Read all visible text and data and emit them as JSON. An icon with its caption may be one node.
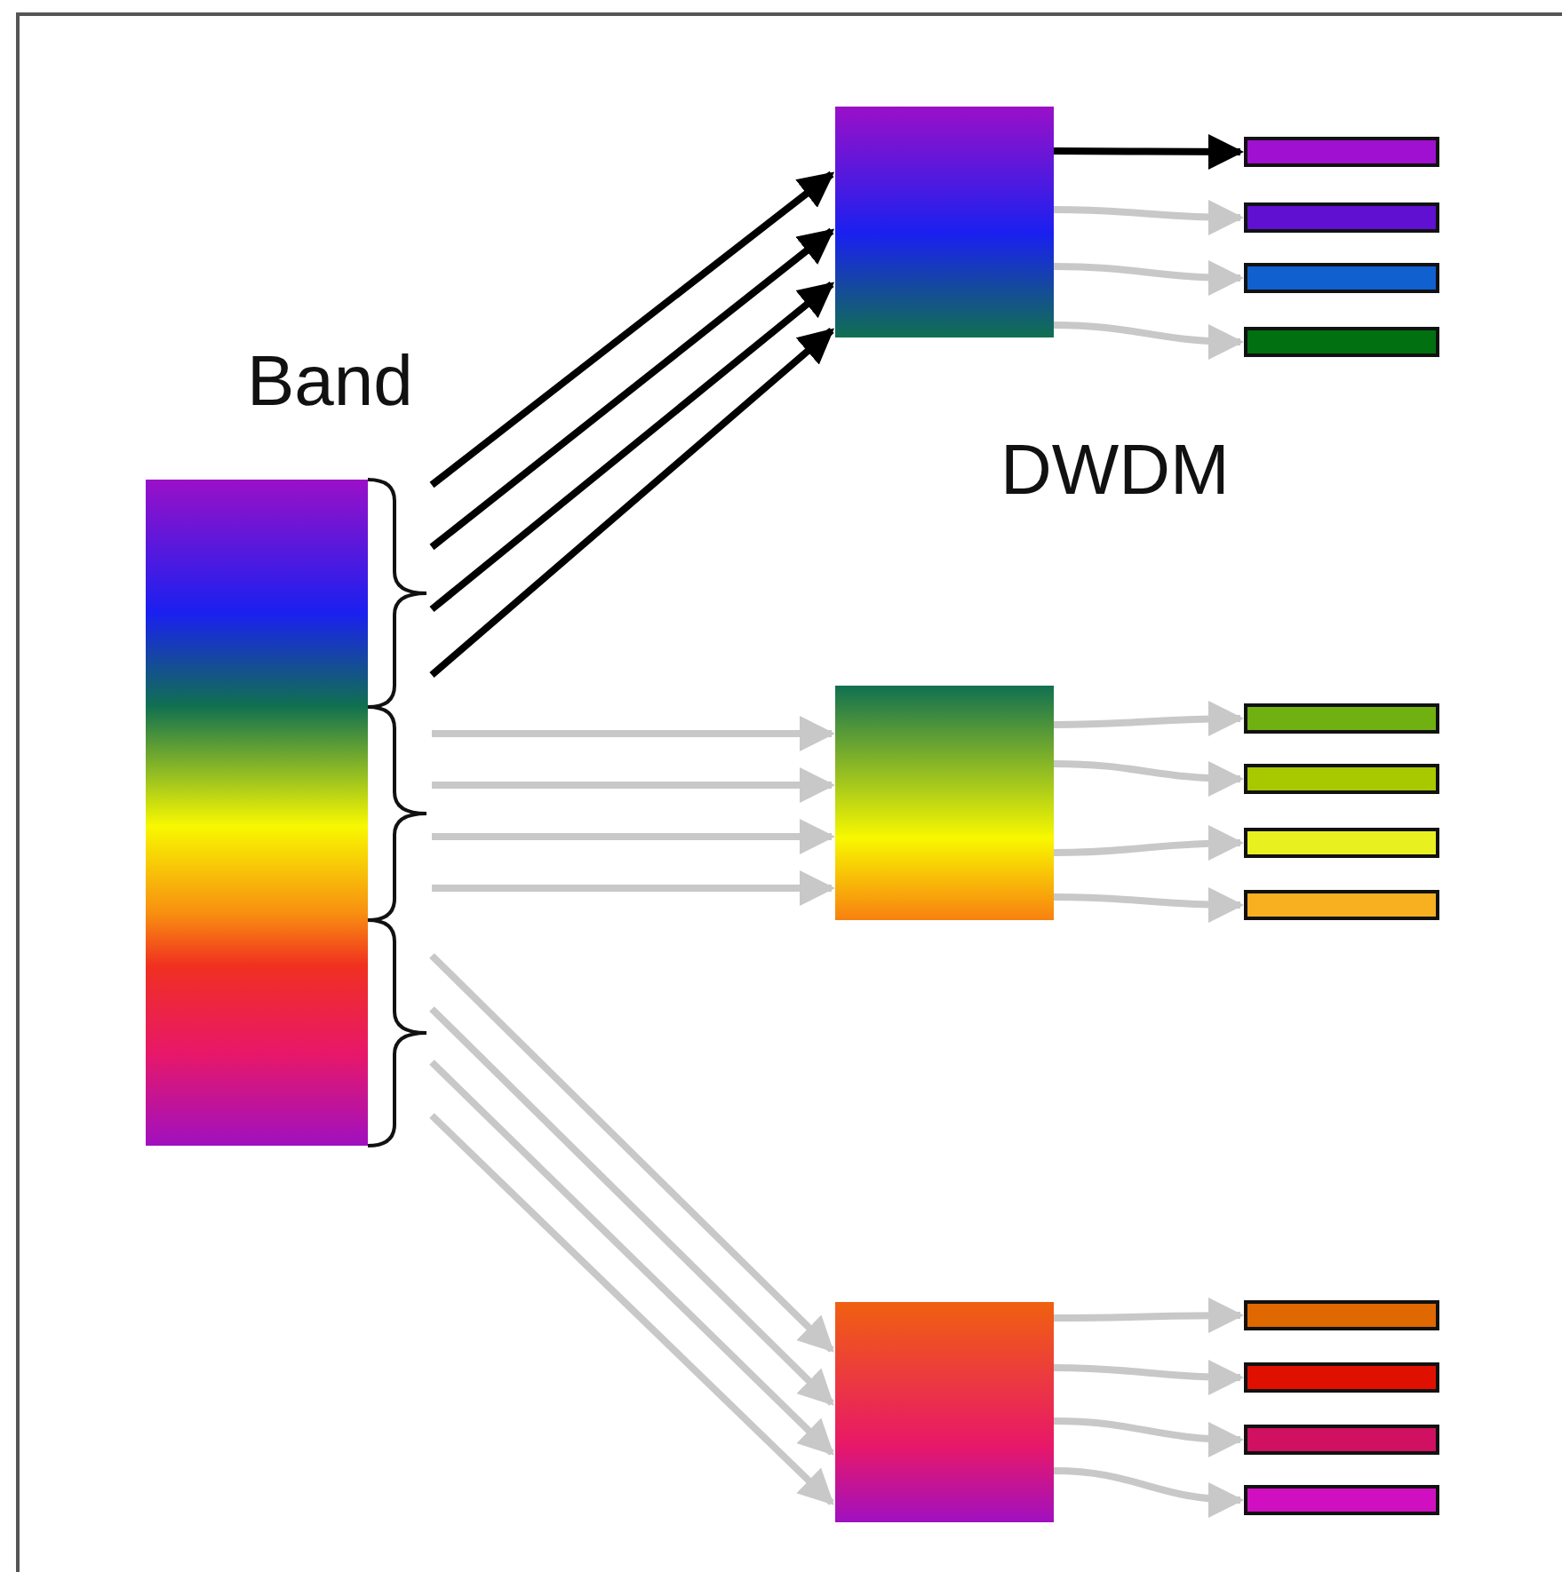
{
  "diagram": {
    "nodes": [
      {
        "text": [
          "Band"
        ]
      },
      {
        "text": [],
        "shape": "box"
      },
      {
        "text": [],
        "shape": "box"
      },
      {
        "text": [],
        "shape": "box"
      },
      {
        "text": [],
        "shape": "bar"
      },
      {
        "text": [],
        "shape": "bar"
      },
      {
        "text": [],
        "shape": "bar"
      },
      {
        "text": [],
        "shape": "bar"
      },
      {
        "text": [],
        "shape": "bar"
      },
      {
        "text": [],
        "shape": "bar"
      },
      {
        "text": [],
        "shape": "bar"
      },
      {
        "text": [],
        "shape": "bar"
      },
      {
        "text": [],
        "shape": "bar"
      },
      {
        "text": [],
        "shape": "bar"
      },
      {
        "text": [],
        "shape": "bar"
      },
      {
        "text": [],
        "shape": "bar"
      }
    ],
    "edges": [
      {
        "from": 0,
        "to": 1,
        "arrow": "to",
        "color": "#000000"
      },
      {
        "from": 0,
        "to": 1,
        "arrow": "to",
        "color": "#000000"
      },
      {
        "from": 0,
        "to": 1,
        "arrow": "to",
        "color": "#000000"
      },
      {
        "from": 0,
        "to": 1,
        "arrow": "to",
        "color": "#000000"
      },
      {
        "from": 0,
        "to": 2,
        "arrow": "to"
      },
      {
        "from": 0,
        "to": 2,
        "arrow": "to"
      },
      {
        "from": 0,
        "to": 2,
        "arrow": "to"
      },
      {
        "from": 0,
        "to": 2,
        "arrow": "to"
      },
      {
        "from": 0,
        "to": 3,
        "arrow": "to"
      },
      {
        "from": 0,
        "to": 3,
        "arrow": "to"
      },
      {
        "from": 0,
        "to": 3,
        "arrow": "to"
      },
      {
        "from": 0,
        "to": 3,
        "arrow": "to"
      },
      {
        "from": 1,
        "to": 4,
        "arrow": "to",
        "color": "#000000"
      },
      {
        "from": 1,
        "to": 5,
        "arrow": "to"
      },
      {
        "from": 1,
        "to": 6,
        "arrow": "to"
      },
      {
        "from": 1,
        "to": 7,
        "arrow": "to"
      },
      {
        "from": 2,
        "to": 8,
        "arrow": "to"
      },
      {
        "from": 2,
        "to": 9,
        "arrow": "to"
      },
      {
        "from": 2,
        "to": 10,
        "arrow": "to"
      },
      {
        "from": 2,
        "to": 11,
        "arrow": "to"
      },
      {
        "from": 3,
        "to": 12,
        "arrow": "to"
      },
      {
        "from": 3,
        "to": 13,
        "arrow": "to"
      },
      {
        "from": 3,
        "to": 14,
        "arrow": "to"
      },
      {
        "from": 3,
        "to": 15,
        "arrow": "to"
      }
    ],
    "labels": [
      "DWDM"
    ]
  }
}
